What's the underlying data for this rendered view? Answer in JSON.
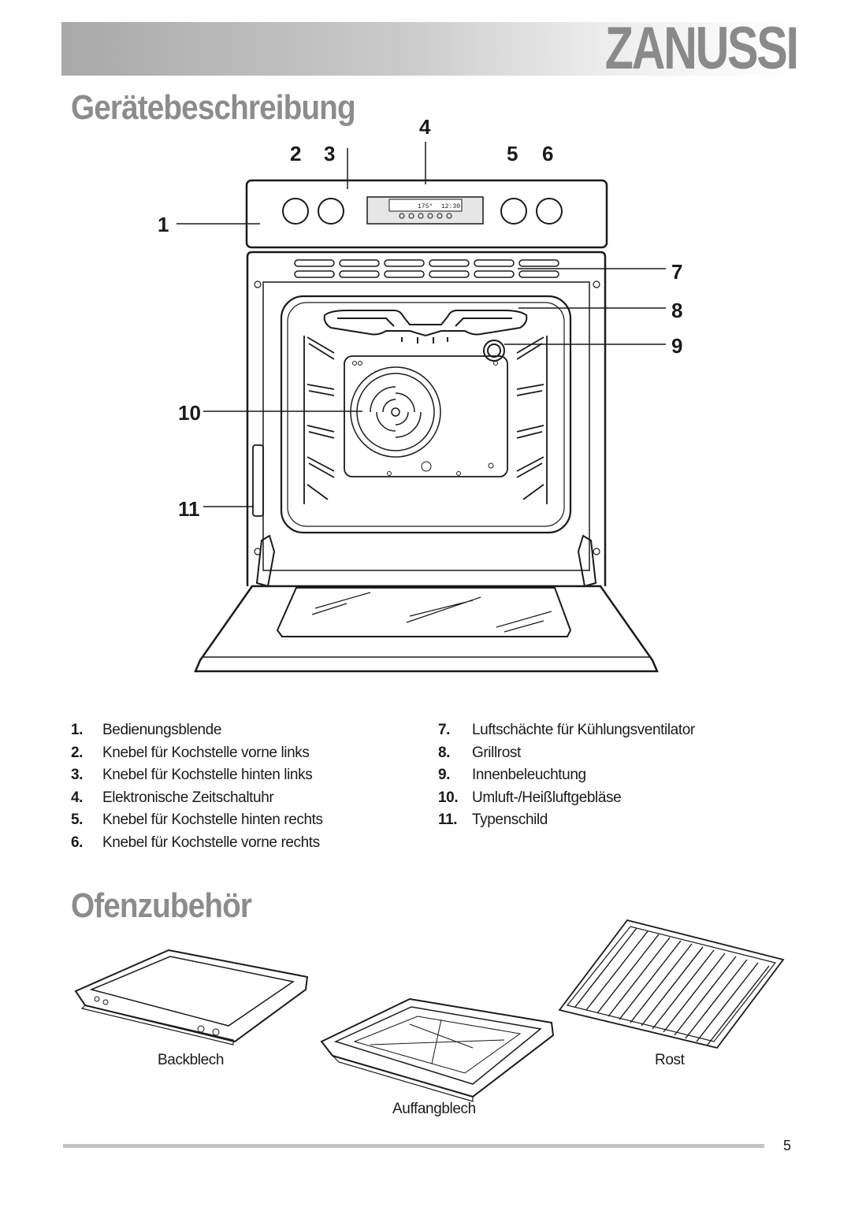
{
  "brand": "ZANUSSI",
  "sections": {
    "description_title": "Gerätebeschreibung",
    "accessories_title": "Ofenzubehör"
  },
  "callouts": [
    "1",
    "2",
    "3",
    "4",
    "5",
    "6",
    "7",
    "8",
    "9",
    "10",
    "11"
  ],
  "display": {
    "temperature": "175°",
    "time": "12:30"
  },
  "legend_left": [
    {
      "num": "1.",
      "label": "Bedienungsblende"
    },
    {
      "num": "2.",
      "label": "Knebel für Kochstelle vorne links"
    },
    {
      "num": "3.",
      "label": "Knebel für Kochstelle hinten links"
    },
    {
      "num": "4.",
      "label": "Elektronische Zeitschaltuhr"
    },
    {
      "num": "5.",
      "label": "Knebel für Kochstelle hinten rechts"
    },
    {
      "num": "6.",
      "label": "Knebel für Kochstelle vorne rechts"
    }
  ],
  "legend_right": [
    {
      "num": "7.",
      "label": "Luftschächte für Kühlungsventilator"
    },
    {
      "num": "8.",
      "label": "Grillrost"
    },
    {
      "num": "9.",
      "label": "Innenbeleuchtung"
    },
    {
      "num": "10.",
      "label": "Umluft-/Heißluftgebläse"
    },
    {
      "num": "11.",
      "label": "Typenschild"
    }
  ],
  "accessories": {
    "baking_tray": "Backblech",
    "drip_pan": "Auffangblech",
    "rack": "Rost"
  },
  "page_number": "5"
}
